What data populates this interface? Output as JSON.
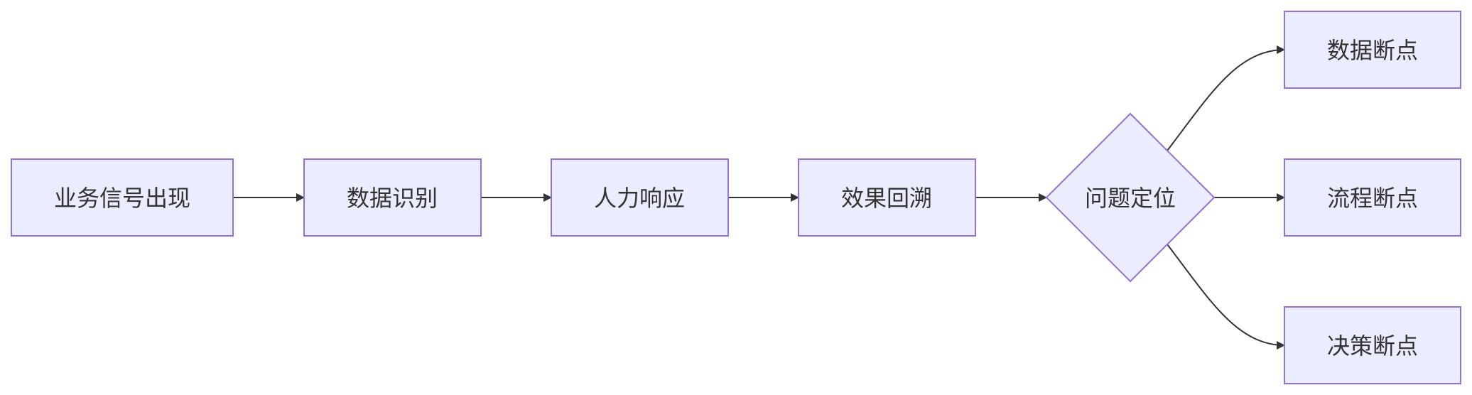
{
  "nodes": {
    "signal": "业务信号出现",
    "identify": "数据识别",
    "respond": "人力响应",
    "review": "效果回溯",
    "locate": "问题定位",
    "data_break": "数据断点",
    "process_break": "流程断点",
    "decision_break": "决策断点"
  },
  "colors": {
    "node_fill": "#ECECFF",
    "node_stroke": "#9370DB",
    "edge": "#333333",
    "text": "#333333"
  }
}
